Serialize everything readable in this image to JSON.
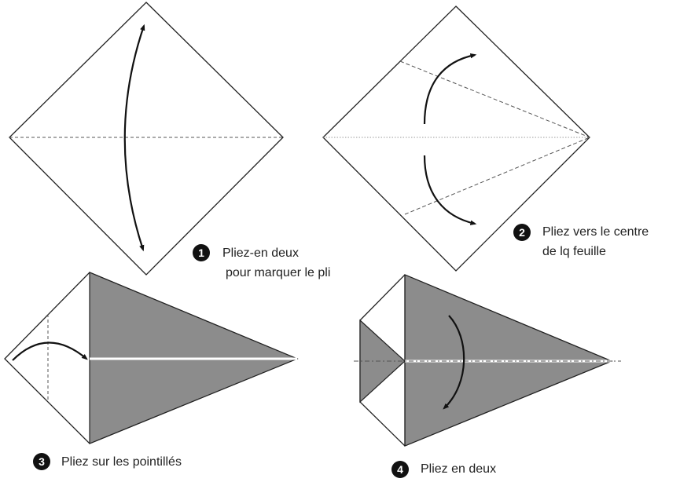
{
  "steps": [
    {
      "number": "1",
      "line1": "Pliez-en deux",
      "line2": "pour marquer le pli"
    },
    {
      "number": "2",
      "line1": "Pliez vers le centre",
      "line2": "de lq feuille"
    },
    {
      "number": "3",
      "line1": "Pliez sur les pointillés"
    },
    {
      "number": "4",
      "line1": "Pliez en deux"
    }
  ],
  "colors": {
    "outline": "#222222",
    "shade": "#8c8c8c",
    "fold_line": "#555555",
    "arrow": "#111111"
  }
}
